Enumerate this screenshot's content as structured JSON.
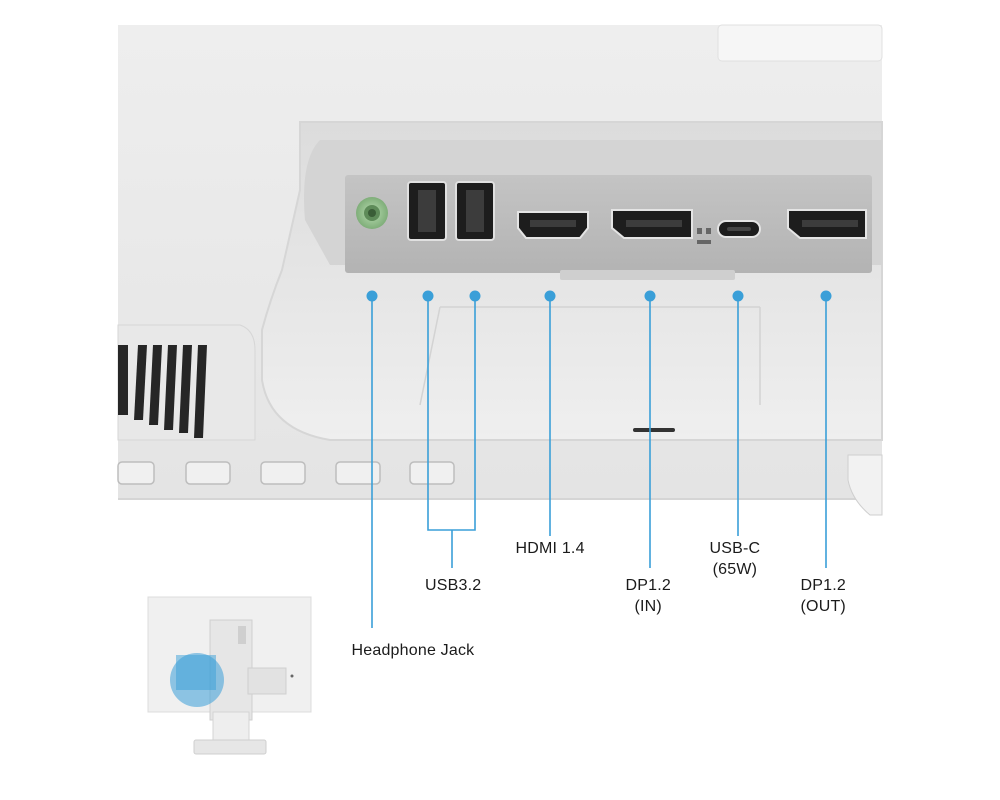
{
  "accent_color": "#3a9fd8",
  "ports": [
    {
      "id": "headphone",
      "icon": "headphone-jack-port",
      "lines": [
        "Headphone Jack"
      ]
    },
    {
      "id": "usb",
      "icon": "usb-a-port",
      "lines": [
        "USB3.2"
      ]
    },
    {
      "id": "hdmi",
      "icon": "hdmi-port",
      "lines": [
        "HDMI 1.4"
      ]
    },
    {
      "id": "dp-in",
      "icon": "displayport-port",
      "lines": [
        "DP1.2",
        "(IN)"
      ]
    },
    {
      "id": "usbc",
      "icon": "usb-c-port",
      "lines": [
        "USB-C",
        "(65W)"
      ]
    },
    {
      "id": "dp-out",
      "icon": "displayport-port",
      "lines": [
        "DP1.2",
        "(OUT)"
      ]
    }
  ],
  "inset": {
    "icon": "monitor-rear-view-thumbnail"
  }
}
